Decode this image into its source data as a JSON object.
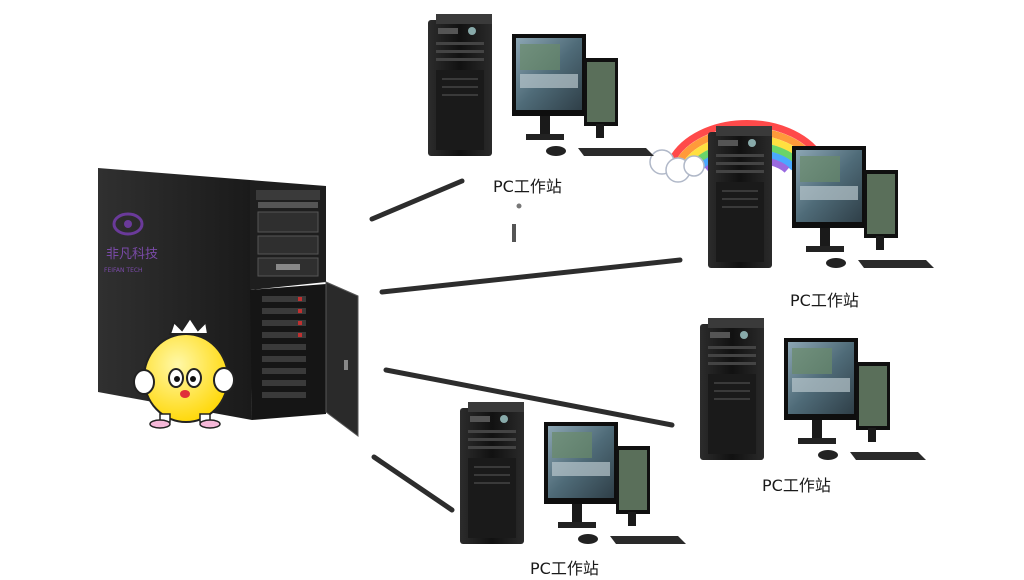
{
  "diagram": {
    "server": {
      "logo_text": "非凡科技",
      "logo_subtext": "FEIFAN TECH"
    },
    "workstations": [
      {
        "label": "PC工作站"
      },
      {
        "label": "PC工作站"
      },
      {
        "label": "PC工作站"
      },
      {
        "label": "PC工作站"
      }
    ]
  },
  "colors": {
    "link_line": "#2d2d2d",
    "tower_dark": "#1c1c1c",
    "monitor_screen": "#5f7d8c",
    "mascot_yellow": "#ffe830"
  }
}
